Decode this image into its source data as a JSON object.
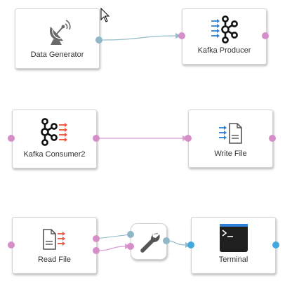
{
  "nodes": {
    "data_generator": {
      "label": "Data Generator",
      "icon": "satellite-dish-icon"
    },
    "kafka_producer": {
      "label": "Kafka Producer",
      "icon": "kafka-producer-icon"
    },
    "kafka_consumer": {
      "label": "Kafka Consumer2",
      "icon": "kafka-consumer-icon"
    },
    "write_file": {
      "label": "Write File",
      "icon": "write-file-icon"
    },
    "read_file": {
      "label": "Read File",
      "icon": "read-file-icon"
    },
    "transform": {
      "label": "",
      "icon": "wrench-icon"
    },
    "terminal": {
      "label": "Terminal",
      "icon": "terminal-icon"
    }
  },
  "colors": {
    "port_pink": "#d58ec8",
    "port_teal": "#8fb7c8",
    "port_blue": "#43a8e0",
    "wire_teal": "#94bccb",
    "wire_pink": "#d8a0cf",
    "arrow_blue": "#2e7fd6",
    "arrow_red": "#e8553e"
  }
}
